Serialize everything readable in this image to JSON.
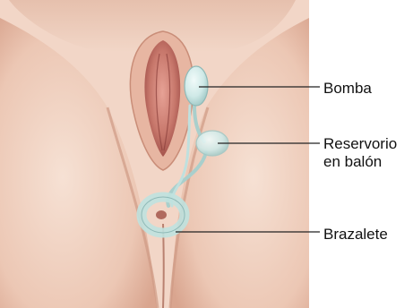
{
  "labels": {
    "pump": "Bomba",
    "reservoir_line1": "Reservorio",
    "reservoir_line2": "en balón",
    "cuff": "Brazalete"
  },
  "colors": {
    "background": "#ffffff",
    "skin_light": "#f3d9cb",
    "skin_mid": "#e7bba7",
    "skin_shadow": "#c98f7a",
    "mucosa": "#b8625b",
    "device": "#c9e6e4",
    "device_edge": "#8fb9b7",
    "leader_line": "#222222",
    "label_text": "#111111"
  }
}
